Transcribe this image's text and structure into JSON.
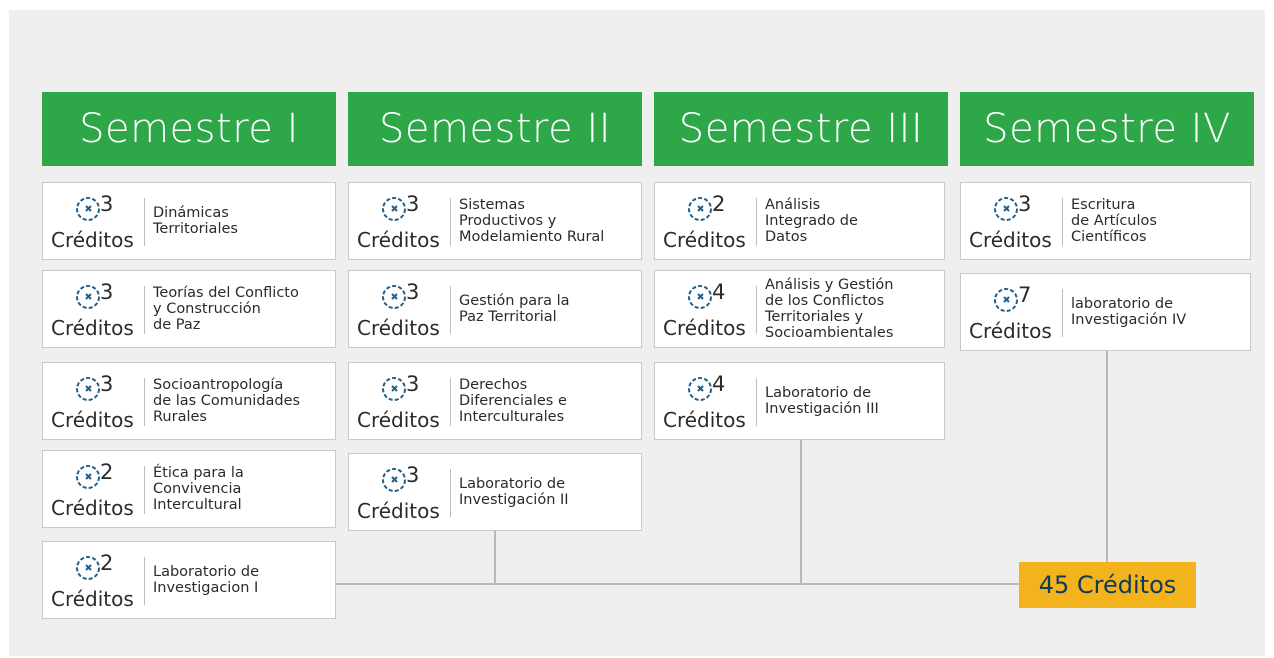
{
  "semesters": [
    {
      "title": "Semestre I",
      "courses": [
        {
          "credits": "3",
          "credits_label": "Créditos",
          "name": "Dinámicas\nTerritoriales"
        },
        {
          "credits": "3",
          "credits_label": "Créditos",
          "name": "Teorías del Conflicto\ny Construcción\nde Paz"
        },
        {
          "credits": "3",
          "credits_label": "Créditos",
          "name": "Socioantropología\nde las Comunidades\nRurales"
        },
        {
          "credits": "2",
          "credits_label": "Créditos",
          "name": "Ética para la\nConvivencia\nIntercultural"
        },
        {
          "credits": "2",
          "credits_label": "Créditos",
          "name": "Laboratorio de\nInvestigacion I"
        }
      ]
    },
    {
      "title": "Semestre II",
      "courses": [
        {
          "credits": "3",
          "credits_label": "Créditos",
          "name": "Sistemas\nProductivos y\nModelamiento Rural"
        },
        {
          "credits": "3",
          "credits_label": "Créditos",
          "name": "Gestión para la\nPaz Territorial"
        },
        {
          "credits": "3",
          "credits_label": "Créditos",
          "name": "Derechos\nDiferenciales e\nInterculturales"
        },
        {
          "credits": "3",
          "credits_label": "Créditos",
          "name": "Laboratorio de\nInvestigación II"
        }
      ]
    },
    {
      "title": "Semestre III",
      "courses": [
        {
          "credits": "2",
          "credits_label": "Créditos",
          "name": "Análisis\nIntegrado de\nDatos"
        },
        {
          "credits": "4",
          "credits_label": "Créditos",
          "name": "Análisis y Gestión\nde los Conflictos\nTerritoriales y\nSocioambientales"
        },
        {
          "credits": "4",
          "credits_label": "Créditos",
          "name": "Laboratorio de\nInvestigación III"
        }
      ]
    },
    {
      "title": "Semestre IV",
      "courses": [
        {
          "credits": "3",
          "credits_label": "Créditos",
          "name": "Escritura\nde Artículos\nCientíficos"
        },
        {
          "credits": "7",
          "credits_label": "Créditos",
          "name": "laboratorio de\nInvestigación IV"
        }
      ]
    }
  ],
  "total": "45 Créditos",
  "colors": {
    "header": "#2ea748",
    "total_bg": "#f3b31c",
    "total_text": "#0f3b5a",
    "icon": "#1f5f8b"
  },
  "icons": {
    "credit": "clock-cycle-icon"
  }
}
